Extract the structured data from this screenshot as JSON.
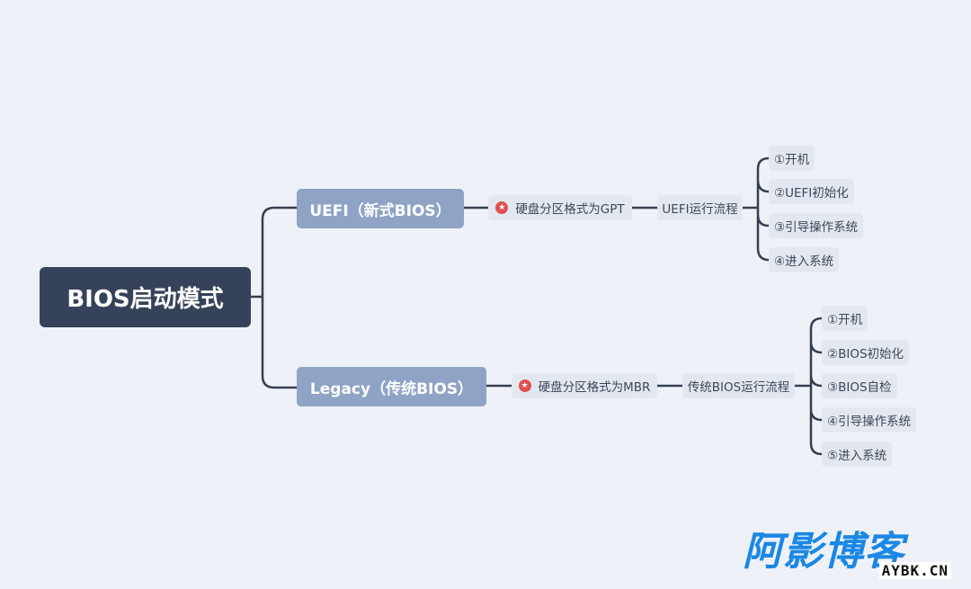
{
  "mindmap": {
    "root": "BIOS启动模式",
    "branches": [
      {
        "label": "UEFI（新式BIOS）",
        "partition_icon": "star-icon",
        "partition": "硬盘分区格式为GPT",
        "process": "UEFI运行流程",
        "steps": [
          "①开机",
          "②UEFI初始化",
          "③引导操作系统",
          "④进入系统"
        ]
      },
      {
        "label": "Legacy（传统BIOS）",
        "partition_icon": "star-icon",
        "partition": "硬盘分区格式为MBR",
        "process": "传统BIOS运行流程",
        "steps": [
          "①开机",
          "②BIOS初始化",
          "③BIOS自检",
          "④引导操作系统",
          "⑤进入系统"
        ]
      }
    ]
  },
  "watermark": {
    "logo_text": "阿影博客",
    "domain": "AYBK.CN"
  },
  "colors": {
    "background": "#eef2f8",
    "root": "#354259",
    "branch": "#8fa3c6",
    "leaf": "#e3e8f0",
    "connector": "#353f52",
    "marker": "#e05050",
    "logo": "#1b87e6"
  }
}
